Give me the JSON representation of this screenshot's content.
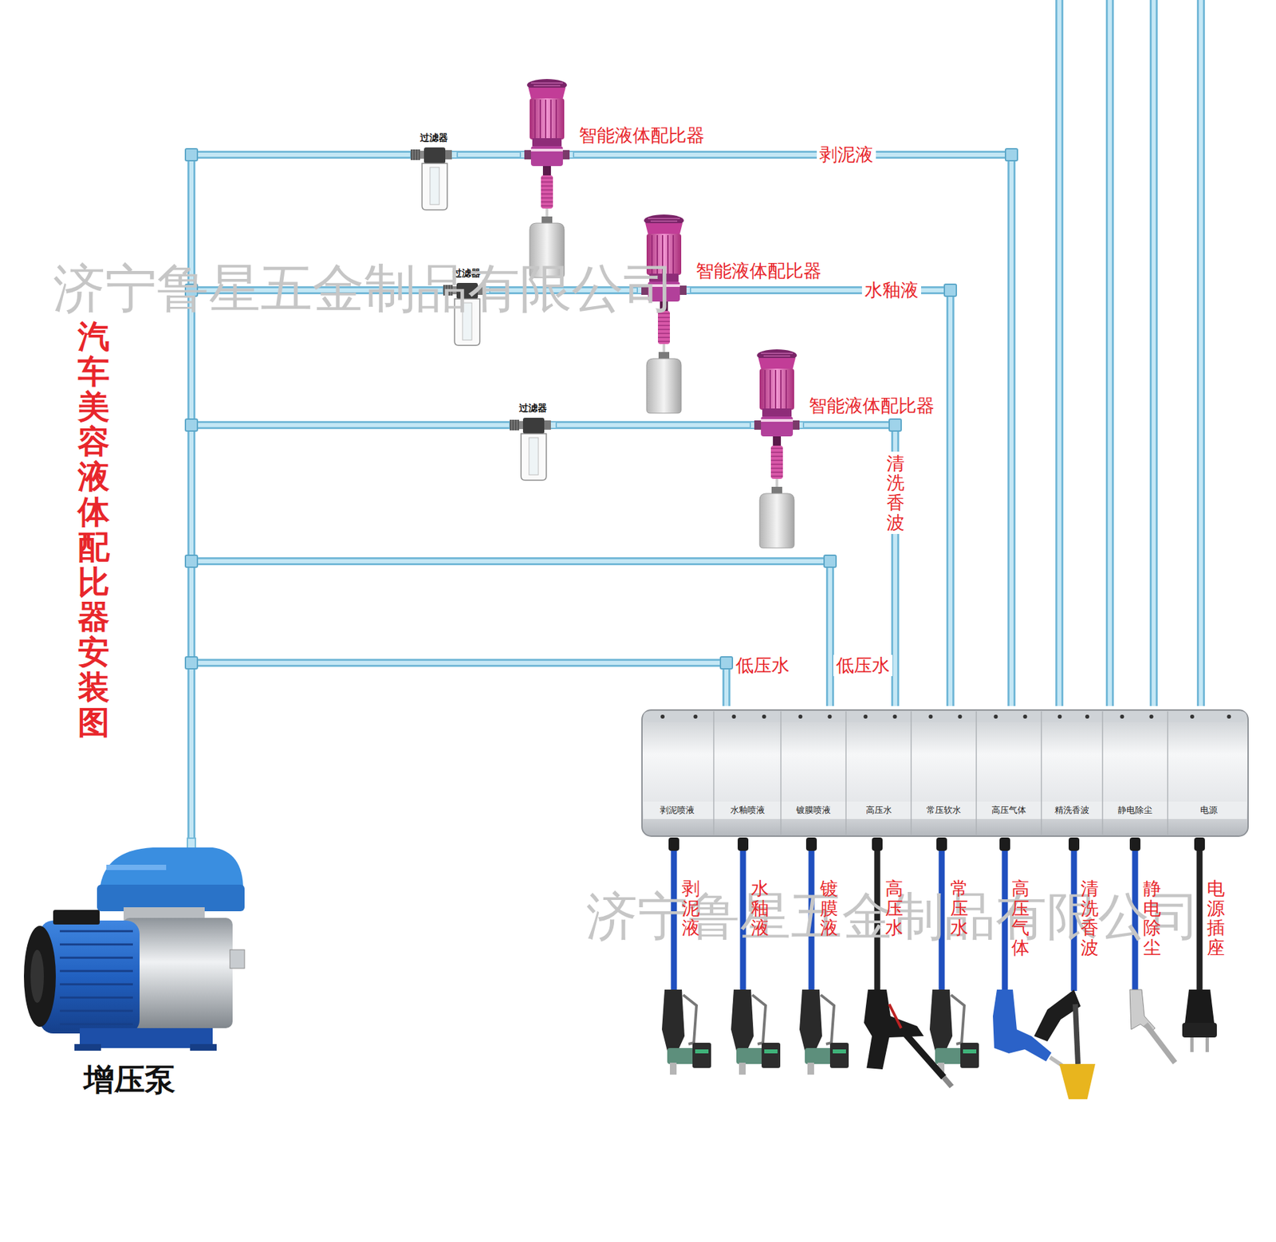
{
  "diagram": {
    "title": "汽车美容液体配比器安装图",
    "nodes": [
      {
        "text": [
          "增压泵"
        ]
      },
      {
        "text": [
          "过滤器"
        ]
      },
      {
        "text": [
          "智能液体配比器"
        ]
      },
      {
        "text": [
          "过滤器"
        ]
      },
      {
        "text": [
          "智能液体配比器"
        ]
      },
      {
        "text": [
          "过滤器"
        ]
      },
      {
        "text": [
          "智能液体配比器"
        ]
      },
      {
        "text": [
          "剥泥喷液",
          "水釉喷液",
          "镀膜喷液",
          "高压水",
          "常压软水",
          "高压气体",
          "精洗香波",
          "静电除尘",
          "电源"
        ]
      }
    ],
    "edges": [
      {
        "from": 0,
        "to": 1,
        "arrow": "none"
      },
      {
        "from": 1,
        "to": 2,
        "arrow": "none"
      },
      {
        "from": 2,
        "to": 7,
        "label": "剥泥液",
        "arrow": "none"
      },
      {
        "from": 0,
        "to": 3,
        "arrow": "none"
      },
      {
        "from": 3,
        "to": 4,
        "arrow": "none"
      },
      {
        "from": 4,
        "to": 7,
        "label": "水釉液",
        "arrow": "none"
      },
      {
        "from": 0,
        "to": 5,
        "arrow": "none"
      },
      {
        "from": 5,
        "to": 6,
        "arrow": "none"
      },
      {
        "from": 6,
        "to": 7,
        "label": "清洗香波",
        "arrow": "none"
      },
      {
        "from": 0,
        "to": 7,
        "label": "低压水",
        "arrow": "none"
      },
      {
        "from": 0,
        "to": 7,
        "label": "低压水",
        "arrow": "none"
      }
    ],
    "labels": [
      "济宁鲁星五金制品有限公司",
      "济宁鲁星五金制品有限公司",
      "剥泥液",
      "水釉液",
      "镀膜液",
      "高压水",
      "常压水",
      "高压气体",
      "清洗香波",
      "静电除尘",
      "电源插座"
    ]
  }
}
